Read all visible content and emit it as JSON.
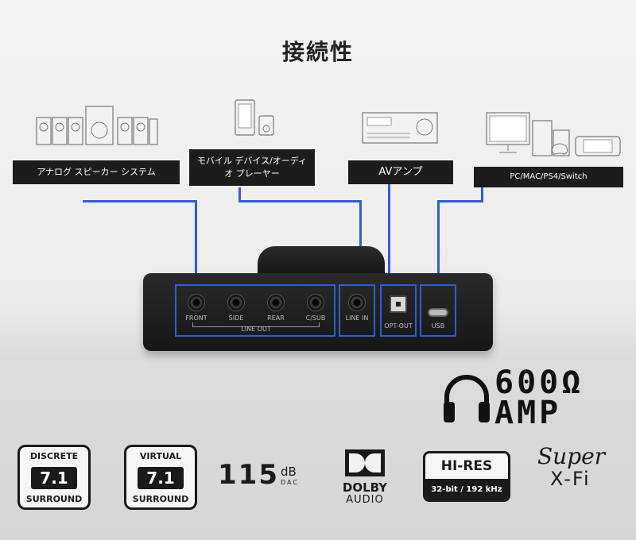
{
  "page_title": "接続性",
  "labels": {
    "analog": "アナログ スピーカー システム",
    "mobile": "モバイル デバイス/オーディオ プレーヤー",
    "av": "AVアンプ",
    "pc": "PC/MAC/PS4/Switch"
  },
  "ports": {
    "front": "FRONT",
    "side": "SIDE",
    "rear": "REAR",
    "csub": "C/SUB",
    "line_out": "LINE OUT",
    "line_in": "LINE IN",
    "opt_out": "OPT-OUT",
    "usb": "USB"
  },
  "amp": {
    "value": "600Ω",
    "label": "AMP"
  },
  "badges": {
    "discrete": {
      "top": "DISCRETE",
      "mid": "7.1",
      "bot": "SURROUND"
    },
    "virtual": {
      "top": "VIRTUAL",
      "mid": "7.1",
      "bot": "SURROUND"
    },
    "dac": {
      "value": "115",
      "unit": "dB",
      "sub": "DAC"
    },
    "dolby": {
      "brand": "DOLBY",
      "sub": "AUDIO"
    },
    "hires": {
      "title": "HI-RES",
      "spec": "32-bit / 192 kHz"
    },
    "sxfi": {
      "super": "Super",
      "main": "X-Fi"
    }
  },
  "colors": {
    "wire": "#2f5fd6",
    "dark": "#1c1c1c"
  }
}
